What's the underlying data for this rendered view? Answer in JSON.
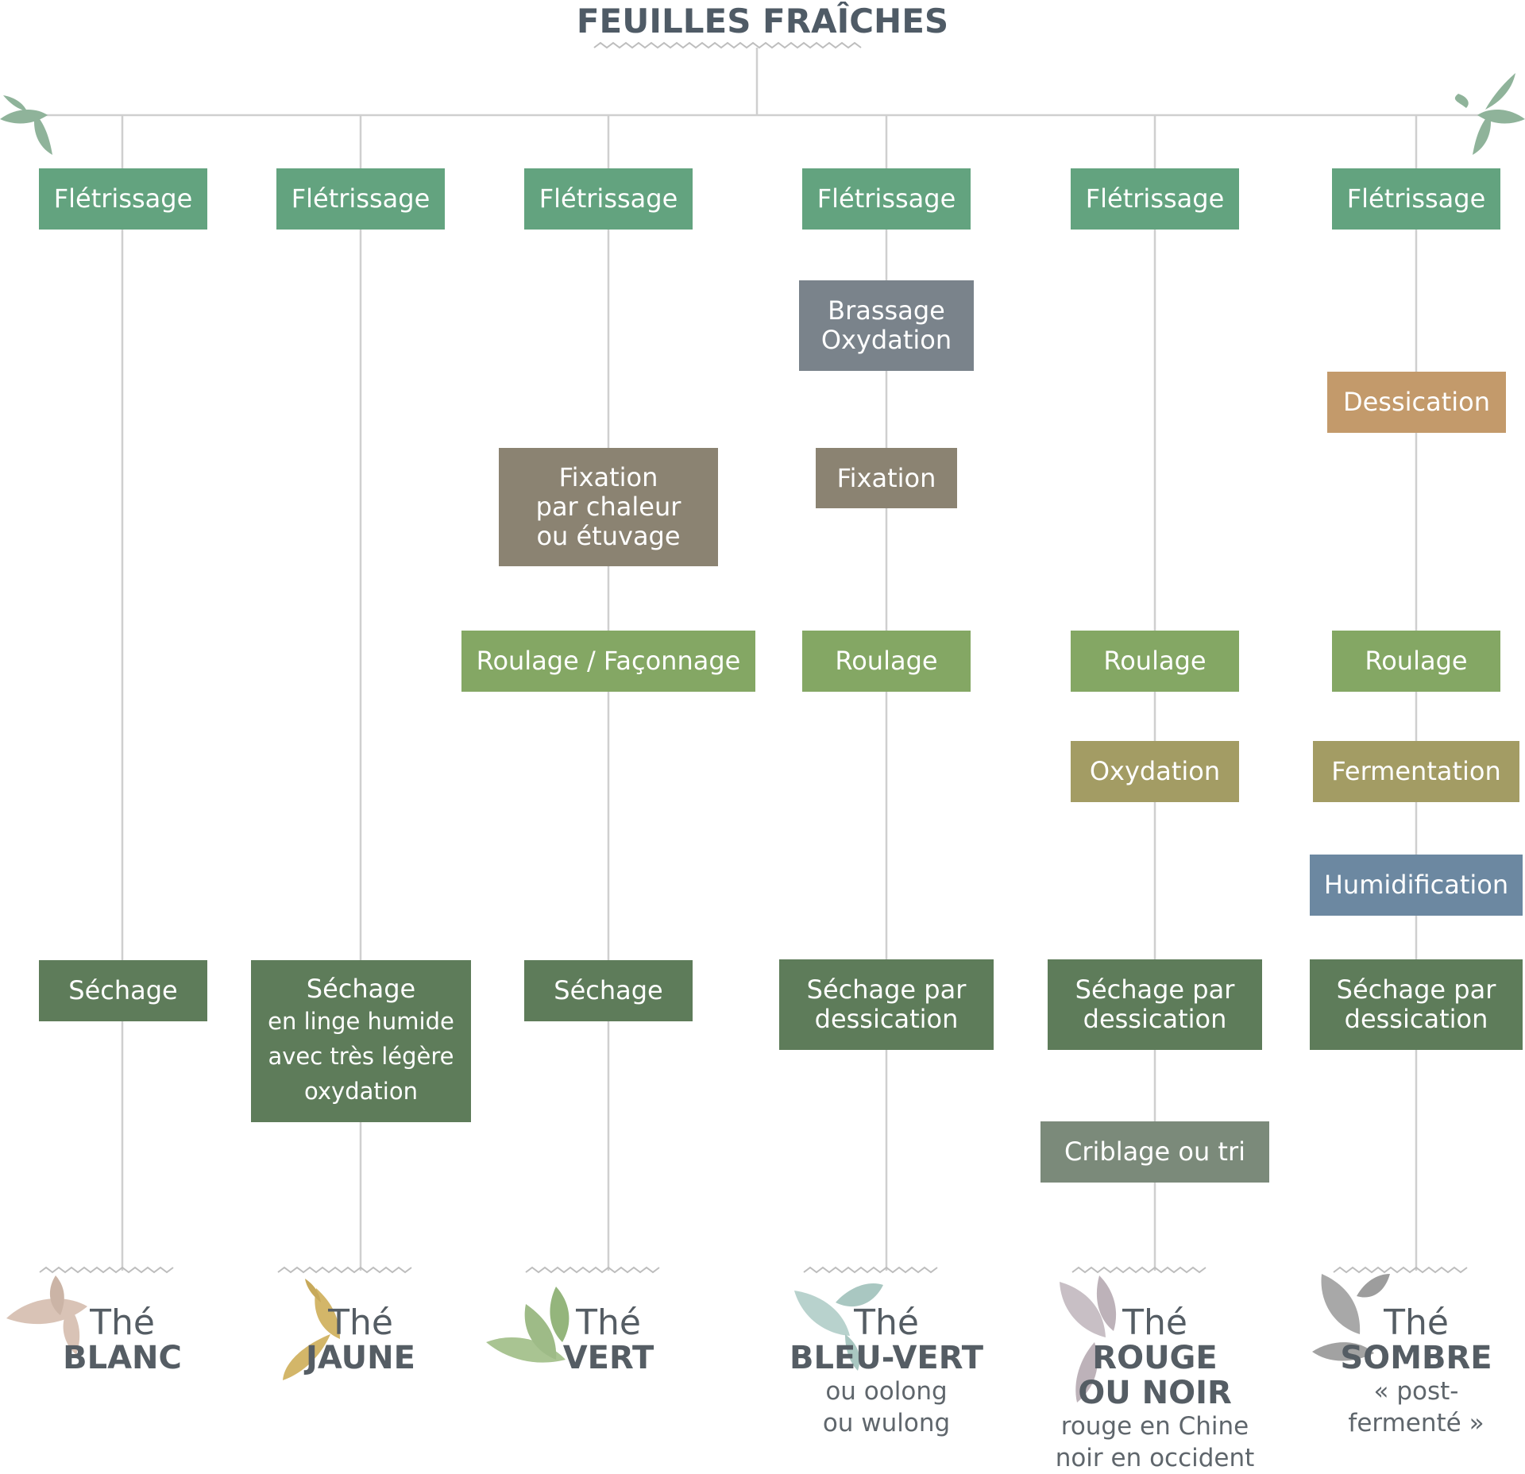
{
  "title": "FEUILLES FRAÎCHES",
  "colors": {
    "fletrissage": "#63a37f",
    "sechage": "#5e7c5a",
    "roulage": "#84a764",
    "fixation": "#8b8372",
    "brassage": "#7a838b",
    "dessication": "#c39a6b",
    "oxydation": "#a39c64",
    "humidification": "#6c88a1",
    "criblage": "#7b8a7a",
    "line": "#cfcfcf"
  },
  "columns": {
    "blanc": {
      "steps": [
        "Flétrissage",
        "Séchage"
      ],
      "the": "Thé",
      "name": [
        "BLANC"
      ],
      "sub": []
    },
    "jaune": {
      "steps": [
        "Flétrissage",
        "Séchage",
        "en linge humide",
        "avec très légère",
        "oxydation"
      ],
      "the": "Thé",
      "name": [
        "JAUNE"
      ],
      "sub": []
    },
    "vert": {
      "steps": [
        "Flétrissage",
        "Fixation",
        "par chaleur",
        "ou étuvage",
        "Roulage / Façonnage",
        "Séchage"
      ],
      "the": "Thé",
      "name": [
        "VERT"
      ],
      "sub": []
    },
    "bleuvert": {
      "steps": [
        "Flétrissage",
        "Brassage",
        "Oxydation",
        "Fixation",
        "Roulage",
        "Séchage par",
        "dessication"
      ],
      "the": "Thé",
      "name": [
        "BLEU-VERT"
      ],
      "sub": [
        "ou oolong",
        "ou wulong"
      ]
    },
    "rouge": {
      "steps": [
        "Flétrissage",
        "Roulage",
        "Oxydation",
        "Séchage par",
        "dessication",
        "Criblage ou tri"
      ],
      "the": "Thé",
      "name": [
        "ROUGE",
        "OU NOIR"
      ],
      "sub": [
        "rouge en Chine",
        "noir en occident"
      ]
    },
    "sombre": {
      "steps": [
        "Flétrissage",
        "Dessication",
        "Roulage",
        "Fermentation",
        "Humidification",
        "Séchage par",
        "dessication"
      ],
      "the": "Thé",
      "name": [
        "SOMBRE"
      ],
      "sub": [
        "« post-",
        "fermenté »"
      ]
    }
  }
}
